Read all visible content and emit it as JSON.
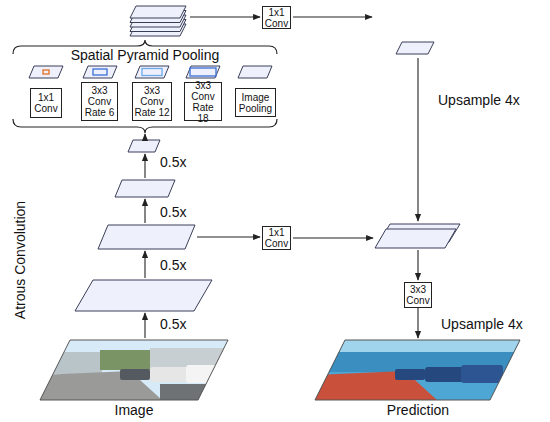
{
  "diagram": {
    "nodes": [
      {
        "text": [
          "1x1 Conv"
        ]
      },
      {
        "text": [
          "Spatial Pyramid Pooling"
        ]
      },
      {
        "text": [
          "1x1 Conv"
        ],
        "in": 1
      },
      {
        "text": [
          "3x3 Conv Rate 6"
        ],
        "in": 1
      },
      {
        "text": [
          "3x3 Conv Rate 12"
        ],
        "in": 1
      },
      {
        "text": [
          "3x3 Conv Rate 18"
        ],
        "in": 1
      },
      {
        "text": [
          "Image Pooling"
        ],
        "in": 1
      },
      {
        "text": [
          "1x1 Conv"
        ]
      },
      {
        "text": [
          "3x3 Conv"
        ]
      },
      {
        "text": [
          "Image"
        ]
      },
      {
        "text": [
          "Prediction"
        ]
      }
    ],
    "edges": [
      {
        "from": 8,
        "to": 10,
        "arrow": "to",
        "label": "Upsample 4x"
      }
    ],
    "labels": [
      "Upsample 4x",
      "0.5x",
      "0.5x",
      "0.5x",
      "0.5x",
      "Atrous Convolution"
    ]
  }
}
